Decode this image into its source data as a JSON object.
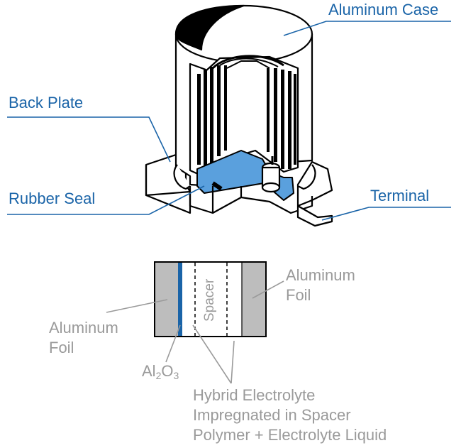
{
  "labels": {
    "aluminum_case": "Aluminum Case",
    "back_plate": "Back Plate",
    "rubber_seal": "Rubber Seal",
    "terminal": "Terminal"
  },
  "section": {
    "spacer": "Spacer",
    "foil_right_line1": "Aluminum",
    "foil_right_line2": "Foil",
    "foil_left_line1": "Aluminum",
    "foil_left_line2": "Foil",
    "oxide_base": "Al",
    "oxide_sub1": "2",
    "oxide_mid": "O",
    "oxide_sub2": "3",
    "electrolyte_line1": "Hybrid Electrolyte",
    "electrolyte_line2": "Impregnated in Spacer",
    "electrolyte_line3": "Polymer + Electrolyte Liquid"
  },
  "colors": {
    "label_blue": "#1a64a8",
    "label_gray": "#9a9a9a",
    "fill_blue": "#5aa0dd",
    "foil_gray": "#bdbdbd",
    "outline": "#000000"
  }
}
